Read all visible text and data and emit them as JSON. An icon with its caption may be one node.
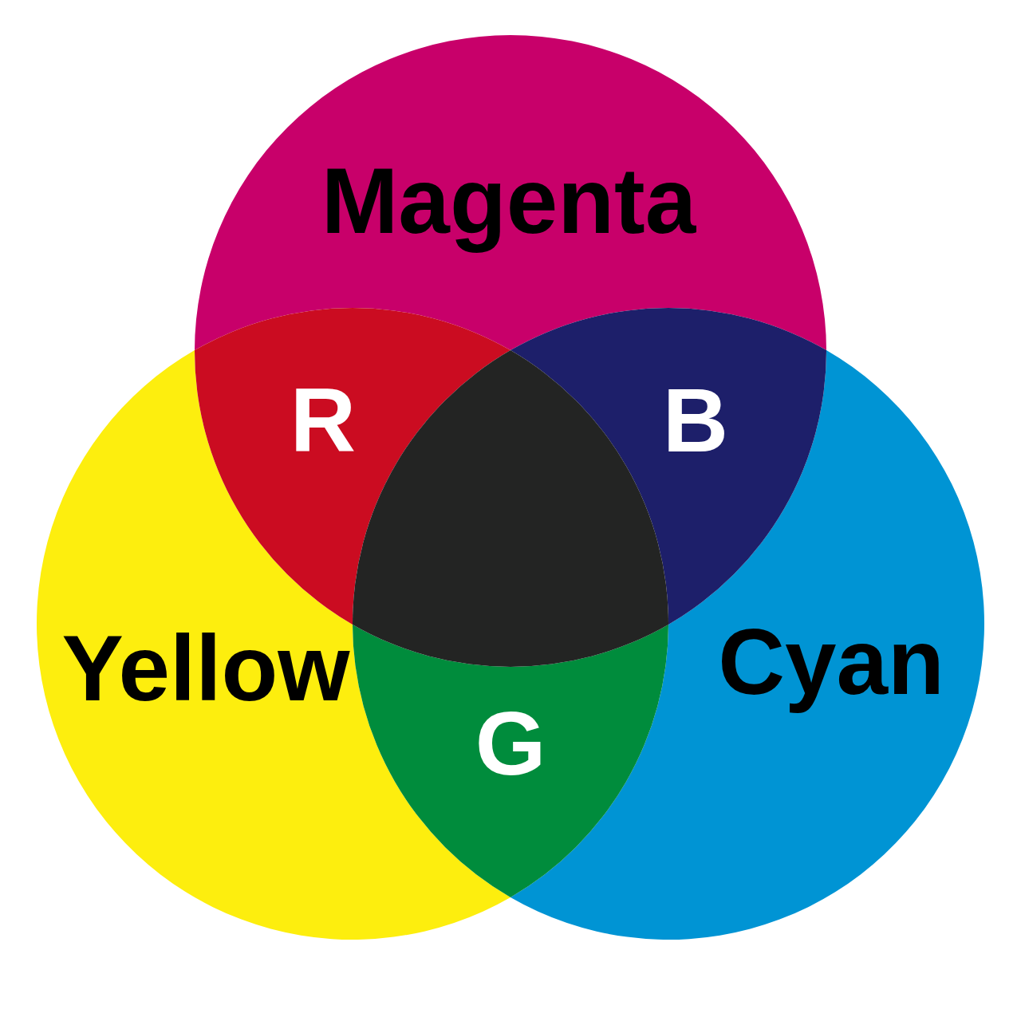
{
  "diagram": {
    "nodes": [
      {
        "text": [
          "Magenta"
        ]
      },
      {
        "text": [
          "Yellow"
        ]
      },
      {
        "text": [
          "Cyan"
        ]
      },
      {
        "text": [
          "R"
        ]
      },
      {
        "text": [
          "B"
        ]
      },
      {
        "text": [
          "G"
        ]
      },
      {
        "text": [],
        "shape": "triangle"
      }
    ]
  }
}
